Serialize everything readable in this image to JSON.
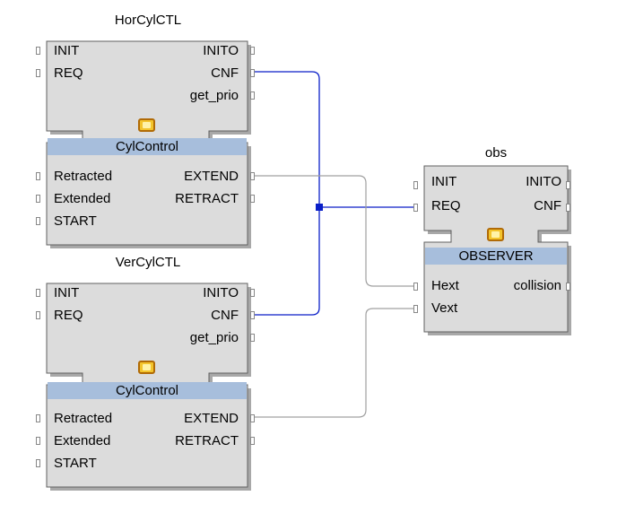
{
  "blocks": {
    "horcylctl": {
      "instance_name": "HorCylCTL",
      "type_name": "CylControl",
      "event_inputs": [
        "INIT",
        "REQ"
      ],
      "event_outputs": [
        "INITO",
        "CNF",
        "get_prio"
      ],
      "data_inputs": [
        "Retracted",
        "Extended",
        "START"
      ],
      "data_outputs": [
        "EXTEND",
        "RETRACT"
      ]
    },
    "vercylctl": {
      "instance_name": "VerCylCTL",
      "type_name": "CylControl",
      "event_inputs": [
        "INIT",
        "REQ"
      ],
      "event_outputs": [
        "INITO",
        "CNF",
        "get_prio"
      ],
      "data_inputs": [
        "Retracted",
        "Extended",
        "START"
      ],
      "data_outputs": [
        "EXTEND",
        "RETRACT"
      ]
    },
    "obs": {
      "instance_name": "obs",
      "type_name": "OBSERVER",
      "event_inputs": [
        "INIT",
        "REQ"
      ],
      "event_outputs": [
        "INITO",
        "CNF"
      ],
      "data_inputs": [
        "Hext",
        "Vext"
      ],
      "data_outputs": [
        "collision"
      ]
    }
  },
  "connections": [
    {
      "from": "HorCylCTL.CNF",
      "to": "obs.REQ",
      "kind": "event"
    },
    {
      "from": "VerCylCTL.CNF",
      "to": "obs.REQ",
      "kind": "event"
    },
    {
      "from": "HorCylCTL.EXTEND",
      "to": "obs.Hext",
      "kind": "data"
    },
    {
      "from": "VerCylCTL.EXTEND",
      "to": "obs.Vext",
      "kind": "data"
    }
  ],
  "colors": {
    "block_fill": "#dcdcdc",
    "block_border": "#606060",
    "block_shadow": "#a8a8a8",
    "type_label_bg": "#a7bedc",
    "event_wire": "#0a1fc8",
    "data_wire": "#a0a0a0",
    "icon_fill": "#f3c42c"
  },
  "icons": {
    "block_icon": "function-block-icon",
    "pin": "port-pin-icon"
  }
}
